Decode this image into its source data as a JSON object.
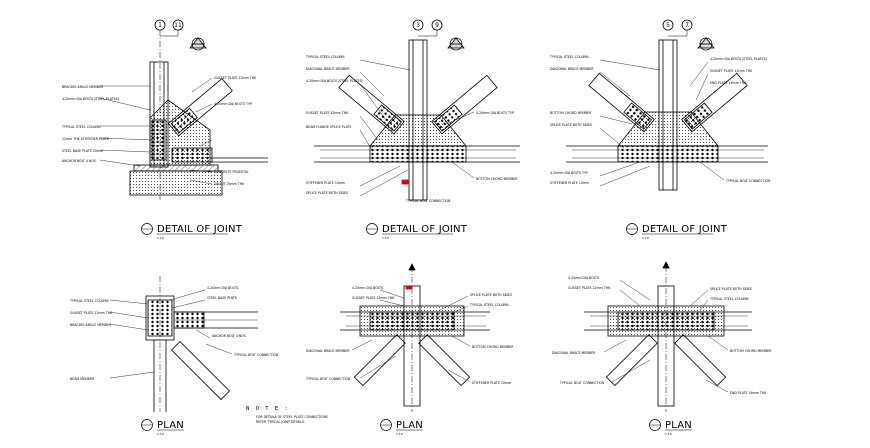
{
  "details": [
    {
      "id": "d1",
      "title": "DETAIL OF JOINT",
      "scale": "1:10",
      "grid_a": "1",
      "grid_b": "11",
      "labels": [
        "BRACING ANGLE MEMBER",
        "4-20mm DIA BOLTS (STEEL PLATES)",
        "TYPICAL STEEL COLUMN",
        "12mm THK STIFFENER PLATE",
        "STEEL BASE PLATE 20mm",
        "ANCHOR BOLT 4 NOS",
        "CONCRETE PEDESTAL",
        "GROUT 25mm THK",
        "GUSSET PLATE 12mm THK",
        "4-20mm DIA BOLTS TYP"
      ]
    },
    {
      "id": "d2",
      "title": "DETAIL OF JOINT",
      "scale": "1:10",
      "grid_a": "3",
      "grid_b": "9",
      "labels": [
        "TYPICAL STEEL COLUMN",
        "DIAGONAL BRACE MEMBER",
        "4-20mm DIA BOLTS (STEEL PLATES)",
        "GUSSET PLATE 12mm THK",
        "BEAM FLANGE SPLICE PLATE",
        "4-20mm DIA BOLTS TYP",
        "BOTTOM CHORD MEMBER",
        "STIFFENER PLATE 10mm",
        "SPLICE PLATE BOTH SIDES",
        "TYPICAL BOLT CONNECTION"
      ]
    },
    {
      "id": "d3",
      "title": "DETAIL OF JOINT",
      "scale": "1:10",
      "grid_a": "5",
      "grid_b": "7",
      "labels": [
        "TYPICAL STEEL COLUMN",
        "DIAGONAL BRACE MEMBER",
        "4-20mm DIA BOLTS (STEEL PLATES)",
        "GUSSET PLATE 12mm THK",
        "BOTTOM CHORD MEMBER",
        "SPLICE PLATE BOTH SIDES",
        "4-20mm DIA BOLTS TYP",
        "STIFFENER PLATE 10mm",
        "TYPICAL BOLT CONNECTION",
        "END PLATE 16mm THK"
      ]
    }
  ],
  "plans": [
    {
      "id": "p1",
      "title": "PLAN",
      "scale": "1:10",
      "labels": [
        "4-20mm DIA BOLTS",
        "STEEL BASE PLATE",
        "TYPICAL STEEL COLUMN",
        "GUSSET PLATE 12mm THK",
        "BRACING ANGLE MEMBER",
        "ANCHOR BOLT 4 NOS",
        "TYPICAL BOLT CONNECTION",
        "BEAM MEMBER"
      ]
    },
    {
      "id": "p2",
      "title": "PLAN",
      "scale": "1:10",
      "labels": [
        "4-20mm DIA BOLTS",
        "GUSSET PLATE 12mm THK",
        "SPLICE PLATE BOTH SIDES",
        "TYPICAL STEEL COLUMN",
        "DIAGONAL BRACE MEMBER",
        "BOTTOM CHORD MEMBER",
        "TYPICAL BOLT CONNECTION",
        "STIFFENER PLATE 10mm"
      ]
    },
    {
      "id": "p3",
      "title": "PLAN",
      "scale": "1:10",
      "labels": [
        "4-20mm DIA BOLTS",
        "GUSSET PLATE 12mm THK",
        "SPLICE PLATE BOTH SIDES",
        "TYPICAL STEEL COLUMN",
        "DIAGONAL BRACE MEMBER",
        "BOTTOM CHORD MEMBER",
        "TYPICAL BOLT CONNECTION",
        "END PLATE 16mm THK"
      ]
    }
  ],
  "note": {
    "heading": "N O T E :",
    "lines": [
      "FOR DETAILS OF STEEL PLATE CONNECTIONS",
      "REFER TYPICAL JOINT DETAILS."
    ]
  },
  "colors": {
    "ink": "#000000",
    "accent": "#e00000",
    "paper": "#ffffff"
  }
}
